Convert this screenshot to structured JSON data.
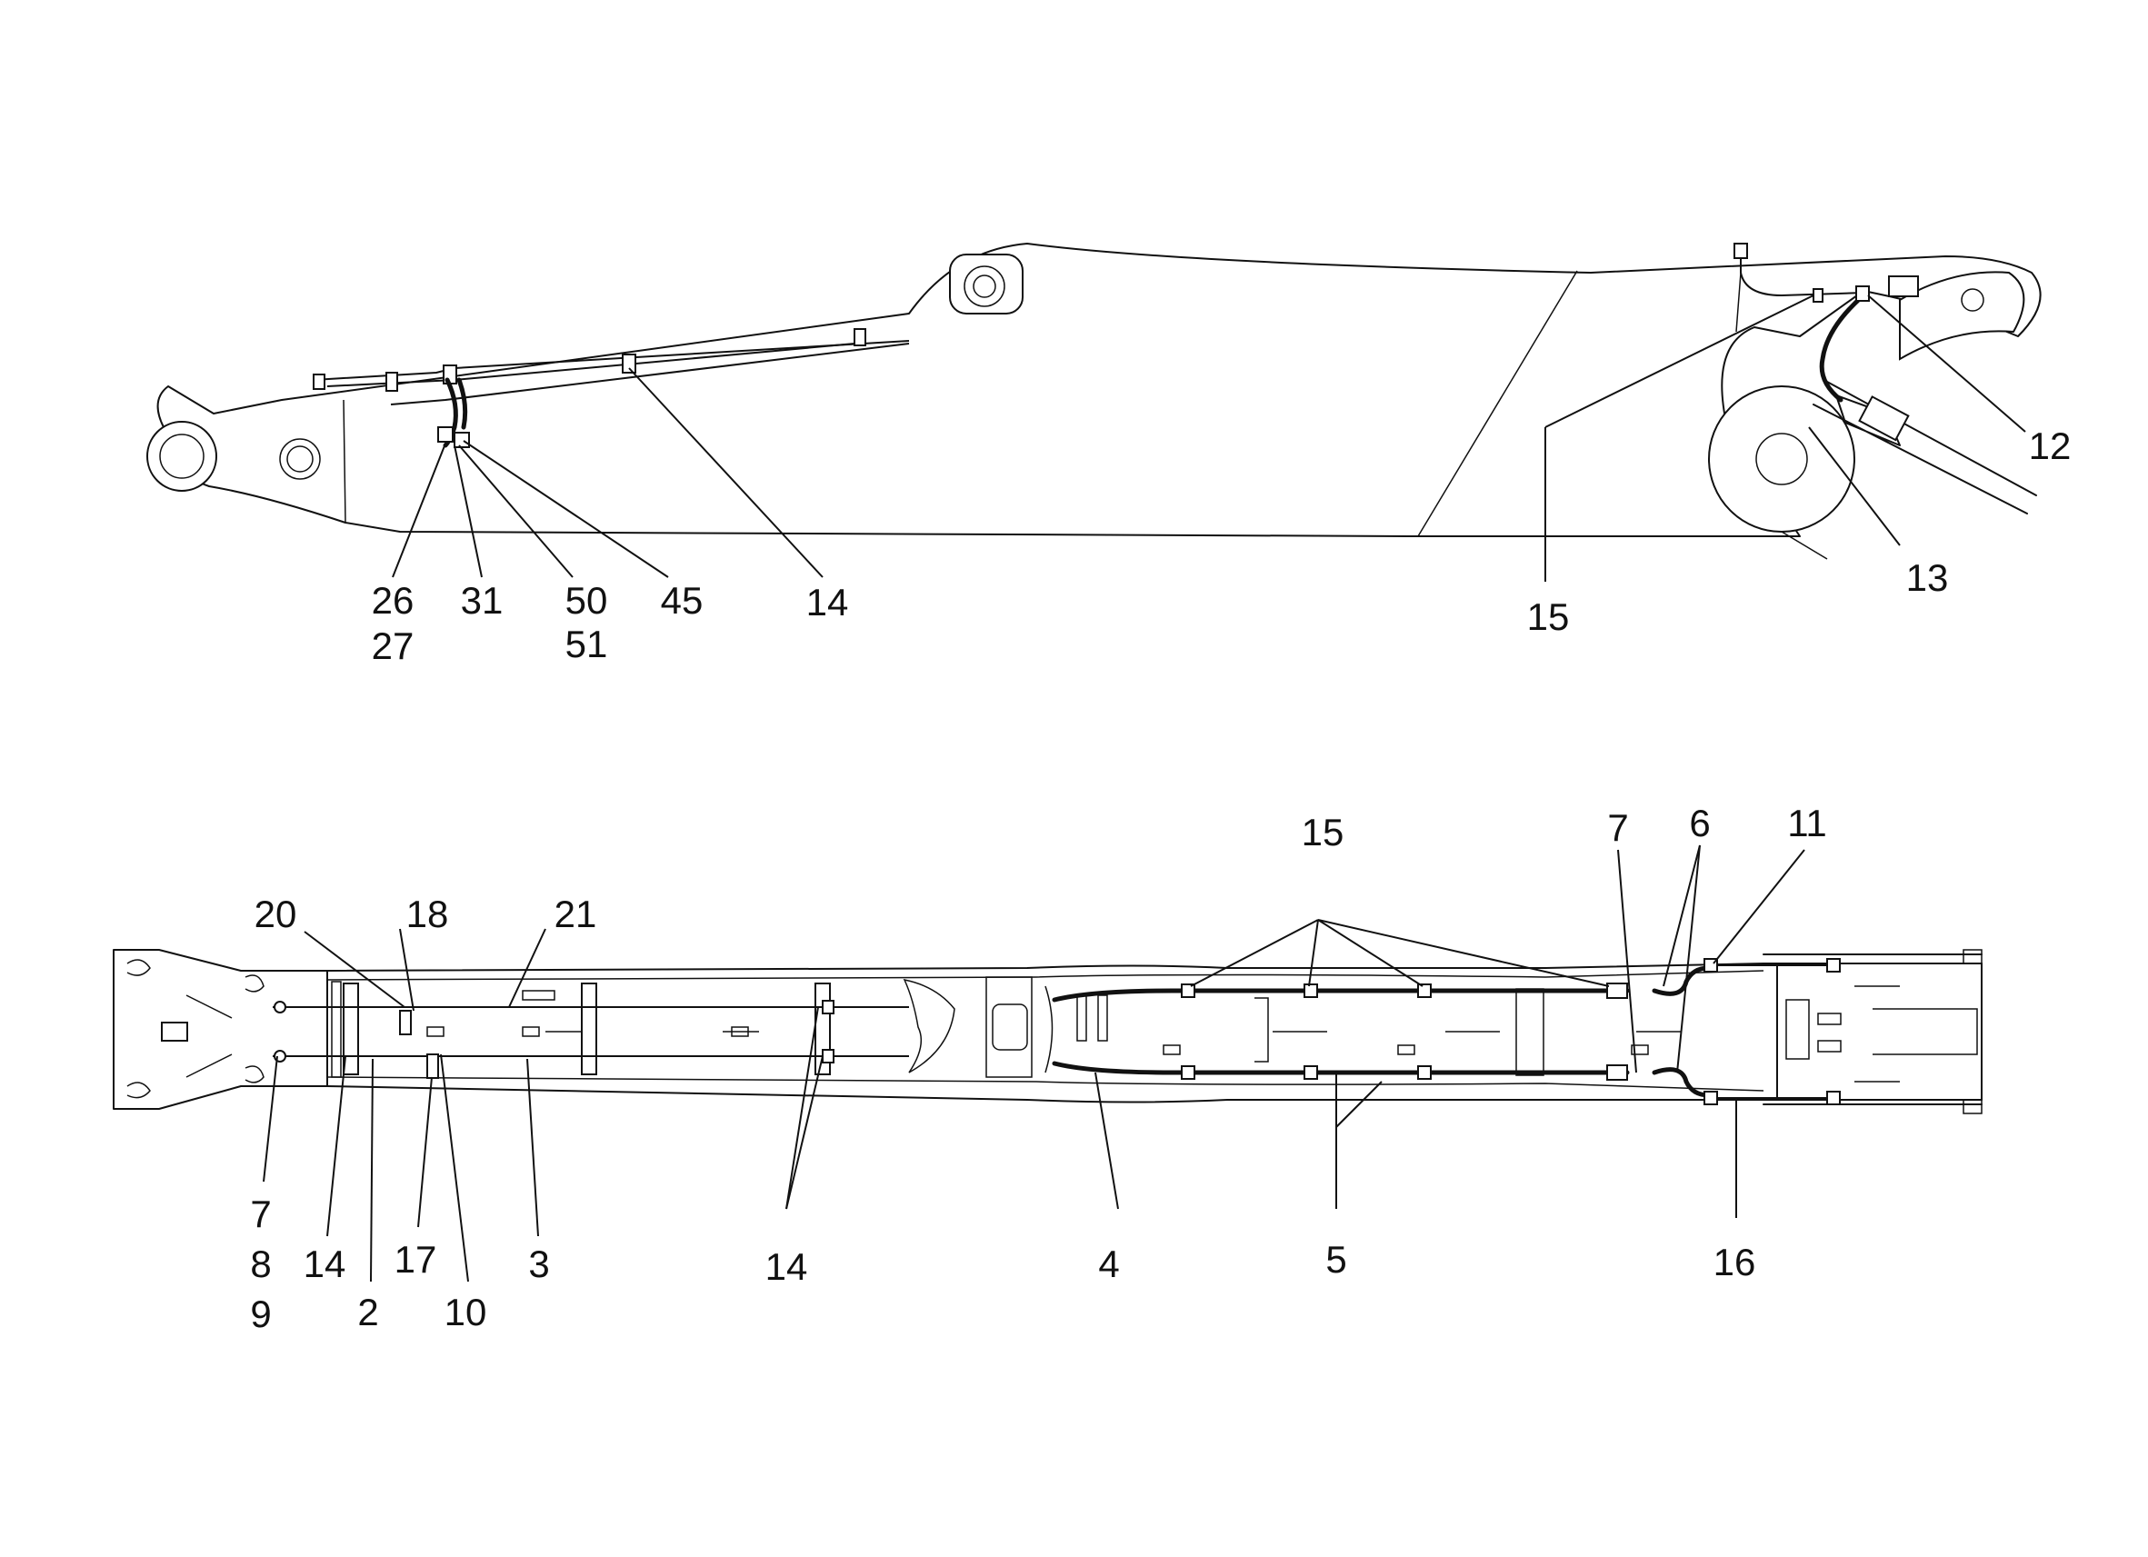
{
  "drawing": {
    "side_view": {
      "callouts": [
        "26",
        "27",
        "31",
        "50",
        "51",
        "45",
        "14",
        "15",
        "12",
        "13"
      ]
    },
    "top_view": {
      "callouts": [
        "20",
        "18",
        "21",
        "15",
        "7",
        "6",
        "11",
        "7",
        "8",
        "9",
        "14",
        "17",
        "2",
        "10",
        "3",
        "14",
        "4",
        "5",
        "16"
      ]
    }
  }
}
